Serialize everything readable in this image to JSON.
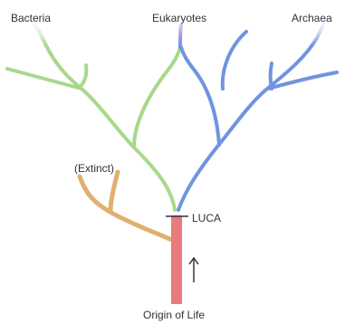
{
  "labels": {
    "bacteria": "Bacteria",
    "eukaryotes": "Eukaryotes",
    "archaea": "Archaea",
    "extinct": "(Extinct)",
    "luca": "LUCA",
    "origin": "Origin of Life"
  },
  "colors": {
    "trunk": "#e87c7c",
    "bacteria": "#a7d98a",
    "archaea": "#6f94e0",
    "eukaryotes": "#b39be0",
    "extinct": "#e0b070",
    "text": "#333333"
  },
  "icons": {
    "arrow": "up-arrow-icon"
  }
}
